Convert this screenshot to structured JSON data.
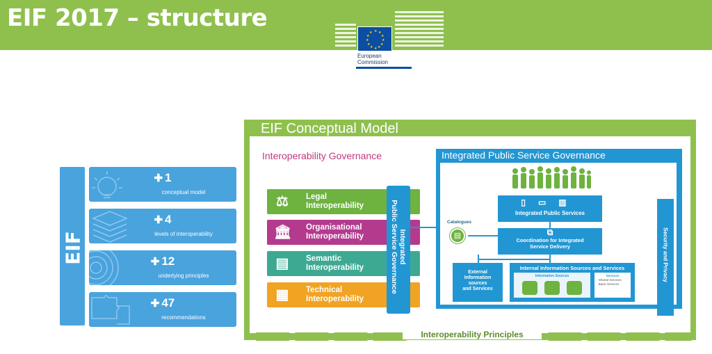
{
  "header": {
    "title": "EIF 2017 – structure",
    "logo_text_line1": "European",
    "logo_text_line2": "Commission",
    "color": "#8fc04e"
  },
  "eif": {
    "label": "EIF",
    "stats": [
      {
        "number": "1",
        "label": "conceptual model",
        "icon": "lightbulb-icon"
      },
      {
        "number": "4",
        "label": "levels of interoperability",
        "icon": "layers-icon"
      },
      {
        "number": "12",
        "label": "underlying principles",
        "icon": "target-icon"
      },
      {
        "number": "47",
        "label": "recommendations",
        "icon": "puzzle-icon"
      }
    ]
  },
  "model": {
    "title": "EIF Conceptual Model",
    "interop_governance": "Interoperability Governance",
    "layers": [
      {
        "line1": "Legal",
        "line2": "Interoperability",
        "icon": "scales-icon",
        "color": "#6eb23f"
      },
      {
        "line1": "Organisational",
        "line2": "Interoperability",
        "icon": "building-icon",
        "color": "#b43a8e"
      },
      {
        "line1": "Semantic",
        "line2": "Interoperability",
        "icon": "document-icon",
        "color": "#3ea993"
      },
      {
        "line1": "Technical",
        "line2": "Interoperability",
        "icon": "server-icon",
        "color": "#f1a323"
      }
    ],
    "ipsg_vertical_line1": "Integrated",
    "ipsg_vertical_line2": "Public Service Governance",
    "ipsg_title": "Integrated Public Service Governance",
    "integrated_public_services": "Integrated Public Services",
    "coordination_line1": "Coordination for Integrated",
    "coordination_line2": "Service Delivery",
    "catalogues": "Catalogues",
    "external_line1": "External",
    "external_line2": "Information",
    "external_line3": "sources",
    "external_line4": "and Services",
    "internal_title": "Internal Information Sources and Services",
    "information_sources": "Information Sources",
    "services_title": "Services",
    "services_item1": "· Shared Services",
    "services_item2": "· Basic Services",
    "security_privacy": "Security and Privacy",
    "principles": "Interoperability Principles"
  }
}
